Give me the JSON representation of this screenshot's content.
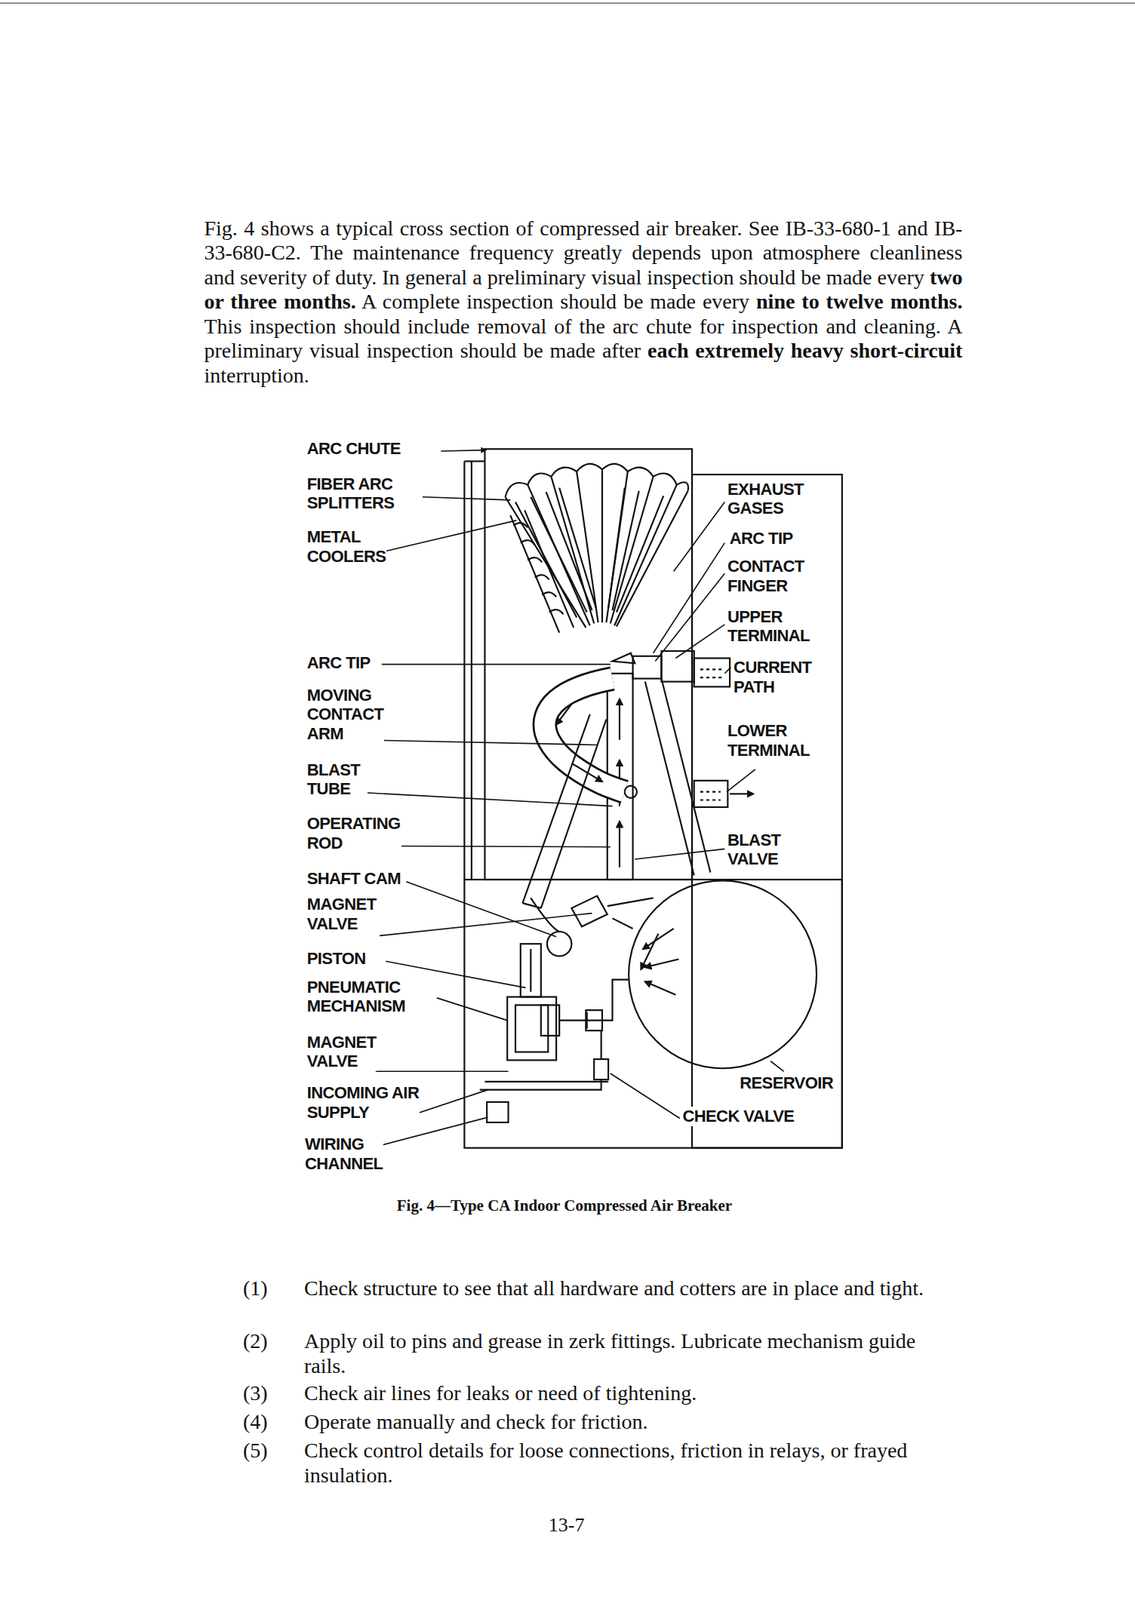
{
  "diagram": {
    "caption": "Fig. 4—Type CA Indoor Compressed Air Breaker",
    "labels": [
      "Fig. 4 shows a typical cross section of compressed air breaker. See IB-33-680-1 and IB-33-680-C2. The maintenance frequency greatly depends upon atmosphere cleanliness and severity of duty. In general a preliminary visual inspection should be made every",
      "two or three months.",
      "A complete inspection should be made every",
      "nine to twelve months.",
      "This inspection should include removal of the arc chute for inspection and cleaning. A preliminary visual inspection should be made after",
      "each extremely heavy short-circuit",
      "interruption.",
      "ARC CHUTE",
      "FIBER ARC SPLITTERS",
      "METAL COOLERS",
      "ARC TIP",
      "MOVING CONTACT ARM",
      "BLAST TUBE",
      "OPERATING ROD",
      "SHAFT CAM",
      "MAGNET VALVE",
      "PISTON",
      "PNEUMATIC MECHANISM",
      "MAGNET VALVE",
      "INCOMING AIR SUPPLY",
      "WIRING CHANNEL",
      "EXHAUST GASES",
      "ARC TIP",
      "CONTACT FINGER",
      "UPPER TERMINAL",
      "CURRENT PATH",
      "LOWER TERMINAL",
      "BLAST VALVE",
      "RESERVOIR",
      "CHECK VALVE",
      "(1)",
      "Check structure to see that all hardware and cotters are in place and tight.",
      "(2)",
      "Apply oil to pins and grease in zerk fittings. Lubricate mechanism guide rails.",
      "(3)",
      "Check air lines for leaks or need of tightening.",
      "(4)",
      "Operate manually and check for friction.",
      "(5)",
      "Check control details for loose connections, friction in relays, or frayed insulation.",
      "13-7"
    ]
  }
}
